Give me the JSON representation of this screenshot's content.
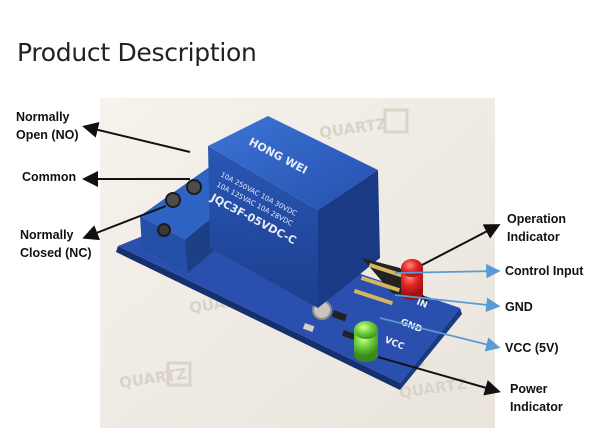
{
  "title": "Product Description",
  "module": {
    "brand": "HONG WEI",
    "model": "JQC3F-05VDC-C",
    "ratings": [
      "10A 250VAC 10A 30VDC",
      "10A 125VAC 10A 28VDC"
    ],
    "pin_labels": [
      "IN",
      "GND",
      "VCC"
    ],
    "watermark": "QUARTZ"
  },
  "labels": {
    "no": [
      "Normally",
      "Open (NO)"
    ],
    "common": "Common",
    "nc": [
      "Normally",
      "Closed (NC)"
    ],
    "operation": [
      "Operation",
      "Indicator"
    ],
    "control": "Control Input",
    "gnd": "GND",
    "vcc": "VCC (5V)",
    "power": [
      "Power",
      "Indicator"
    ]
  },
  "colors": {
    "relay_blue": "#2a5bbf",
    "pcb_blue": "#1e3f9a",
    "arrow_black": "#111111",
    "arrow_blue": "#5a9ad6",
    "led_red": "#e02424",
    "led_green": "#6ccf3a"
  }
}
